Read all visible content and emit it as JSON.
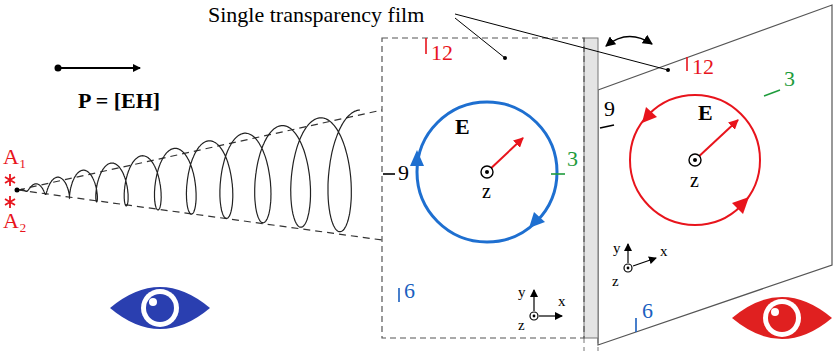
{
  "diagram": {
    "labels": [
      "Single transparency film",
      "P = [EH]",
      "A₁",
      "A₂",
      "12",
      "9",
      "3",
      "6",
      "E",
      "z",
      "y",
      "x",
      "z",
      "12",
      "9",
      "3",
      "6",
      "E",
      "z",
      "y",
      "x",
      "z"
    ]
  }
}
